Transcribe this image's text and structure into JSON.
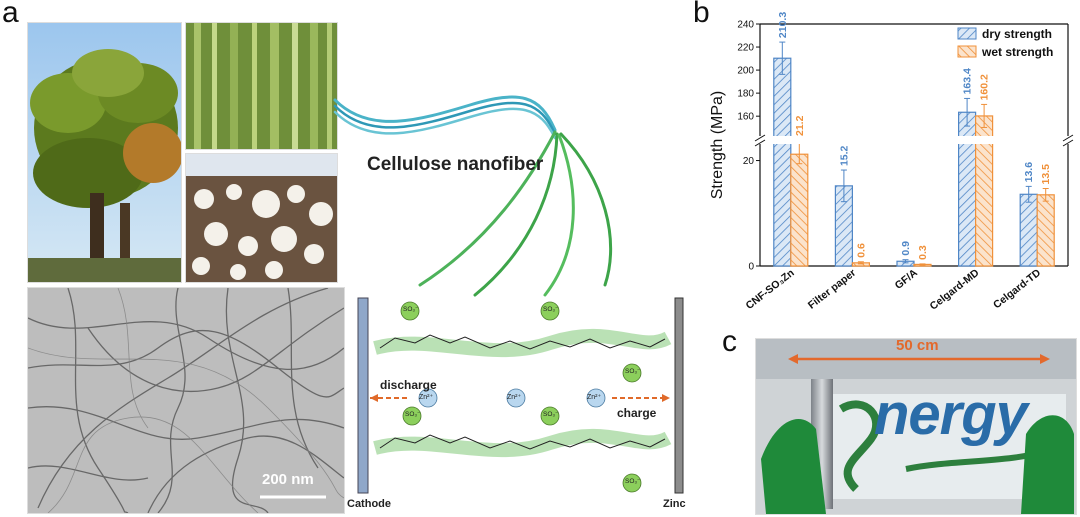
{
  "panel_a": {
    "letter": "a",
    "fiber_title": "Cellulose nanofiber",
    "scale_bar": "200 nm",
    "discharge": "discharge",
    "charge": "charge",
    "cathode": "Cathode",
    "zinc": "Zinc",
    "zn_ions": [
      "Zn²⁺",
      "Zn²⁺",
      "Zn²⁺"
    ],
    "sulfonate": "SO₃⁻"
  },
  "panel_b": {
    "letter": "b"
  },
  "panel_c": {
    "letter": "c",
    "width_label": "50 cm",
    "logo_text": "nergy"
  },
  "chart_data": {
    "type": "bar",
    "ylabel": "Strength (MPa)",
    "categories": [
      "CNF-SO₃Zn",
      "Filter paper",
      "GF/A",
      "Celgard-MD",
      "Celgard-TD"
    ],
    "series": [
      {
        "name": "dry strength",
        "color": "#4f86c6",
        "values": [
          210.3,
          15.2,
          0.9,
          163.4,
          13.6
        ],
        "errors": [
          14,
          3,
          0.3,
          12,
          1.5
        ]
      },
      {
        "name": "wet strength",
        "color": "#f0913a",
        "values": [
          21.2,
          0.6,
          0.3,
          160.2,
          13.5
        ],
        "errors": [
          1.8,
          0.2,
          0.1,
          10,
          1.2
        ]
      }
    ],
    "axis_break": [
      22,
      148
    ],
    "lower_ticks": [
      0,
      20
    ],
    "upper_ticks": [
      160,
      180,
      200,
      220,
      240
    ],
    "legend_position": "top-right"
  }
}
